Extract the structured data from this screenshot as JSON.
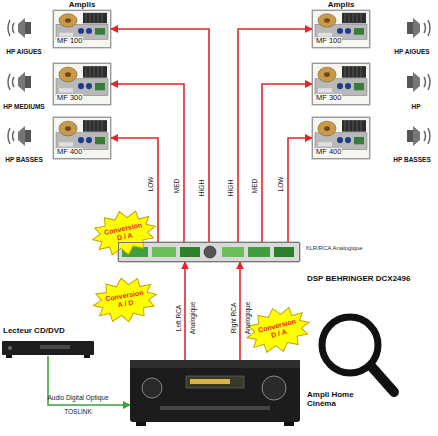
{
  "diagram": {
    "nodes": [
      {
        "text": [
          "MF 100"
        ]
      },
      {
        "text": [
          "MF 100"
        ]
      },
      {
        "text": [
          "MF 300"
        ]
      },
      {
        "text": [
          "MF 300"
        ]
      },
      {
        "text": [
          "MF 400"
        ]
      },
      {
        "text": [
          "MF 400"
        ]
      },
      {
        "text": [
          "DSP BEHRINGER DCX2496"
        ]
      },
      {
        "text": [
          "Lecteur CD/DVD"
        ]
      },
      {
        "text": [
          "Ampli Home Cinéma"
        ]
      }
    ],
    "edges": [
      {
        "from": 7,
        "to": 8,
        "label": "Audio Digital Optique TOSLINK",
        "arrow": "to"
      },
      {
        "from": 8,
        "to": 6,
        "label": "Left RCA Analogique",
        "arrow": "to"
      },
      {
        "from": 8,
        "to": 6,
        "label": "Right RCA Analogique",
        "arrow": "to"
      },
      {
        "from": 6,
        "to": 0,
        "label": "HIGH",
        "arrow": "to"
      },
      {
        "from": 6,
        "to": 2,
        "label": "MED",
        "arrow": "to"
      },
      {
        "from": 6,
        "to": 4,
        "label": "LOW",
        "arrow": "to"
      },
      {
        "from": 6,
        "to": 1,
        "label": "HIGH",
        "arrow": "to"
      },
      {
        "from": 6,
        "to": 3,
        "label": "MED",
        "arrow": "to"
      },
      {
        "from": 6,
        "to": 5,
        "label": "LOW",
        "arrow": "to"
      }
    ],
    "labels": [
      "Amplis",
      "Amplis",
      "HP AIGUES",
      "HP MEDIUMS",
      "HP BASSES",
      "HP AIGUES",
      "HP",
      "HP BASSES",
      "Conversion D / A",
      "Conversion A / D",
      "Conversion D / A",
      "XLR/RCA Analogique"
    ]
  }
}
